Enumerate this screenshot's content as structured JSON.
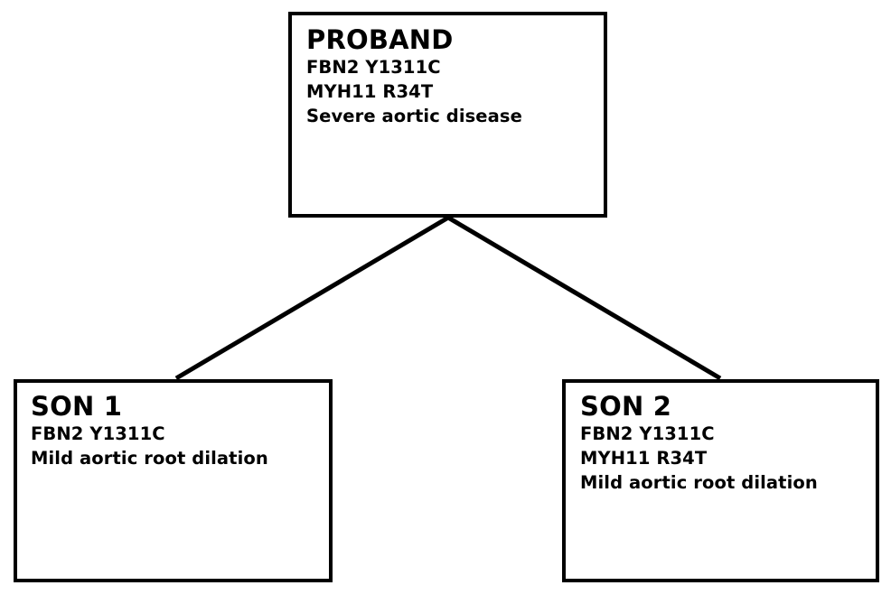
{
  "diagram": {
    "type": "family-pedigree",
    "background_color": "#ffffff",
    "line_color": "#000000",
    "nodes": [
      {
        "id": "proband",
        "title": "PROBAND",
        "lines": [
          "FBN2 Y1311C",
          "MYH11 R34T",
          "Severe aortic disease"
        ]
      },
      {
        "id": "son1",
        "title": "SON 1",
        "lines": [
          "FBN2 Y1311C",
          "Mild aortic root dilation"
        ]
      },
      {
        "id": "son2",
        "title": "SON 2",
        "lines": [
          "FBN2 Y1311C",
          "MYH11 R34T",
          "Mild aortic root dilation"
        ]
      }
    ],
    "connectors": [
      {
        "from": "proband",
        "to": "son1"
      },
      {
        "from": "proband",
        "to": "son2"
      }
    ]
  }
}
